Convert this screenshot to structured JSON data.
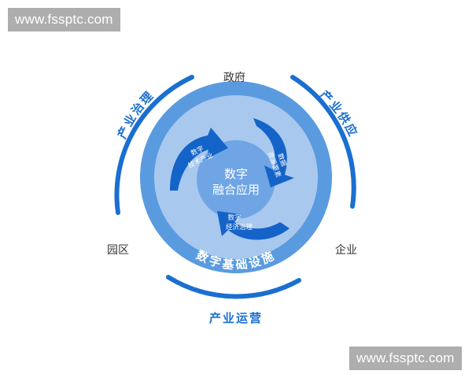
{
  "watermark_top": "www.fssptc.com",
  "watermark_bottom": "www.fssptc.com",
  "colors": {
    "arc_blue": "#1a6fd0",
    "ring_light": "#5a9be0",
    "inner_light": "#a9c8ee",
    "core": "#6fa5e4",
    "arrow_blue": "#1463c8"
  },
  "core": {
    "line1": "数字",
    "line2": "融合应用"
  },
  "arrows": [
    {
      "line1": "数字",
      "line2": "技术产业"
    },
    {
      "line1": "数据",
      "line2": "资源要素"
    },
    {
      "line1": "数字",
      "line2": "经济治理"
    }
  ],
  "ring_label": "数字基础设施",
  "nodes": {
    "top": "政府",
    "left": "园区",
    "right": "企业"
  },
  "arcs": {
    "left": "产业治理",
    "right": "产业供应",
    "bottom": "产业运营"
  }
}
